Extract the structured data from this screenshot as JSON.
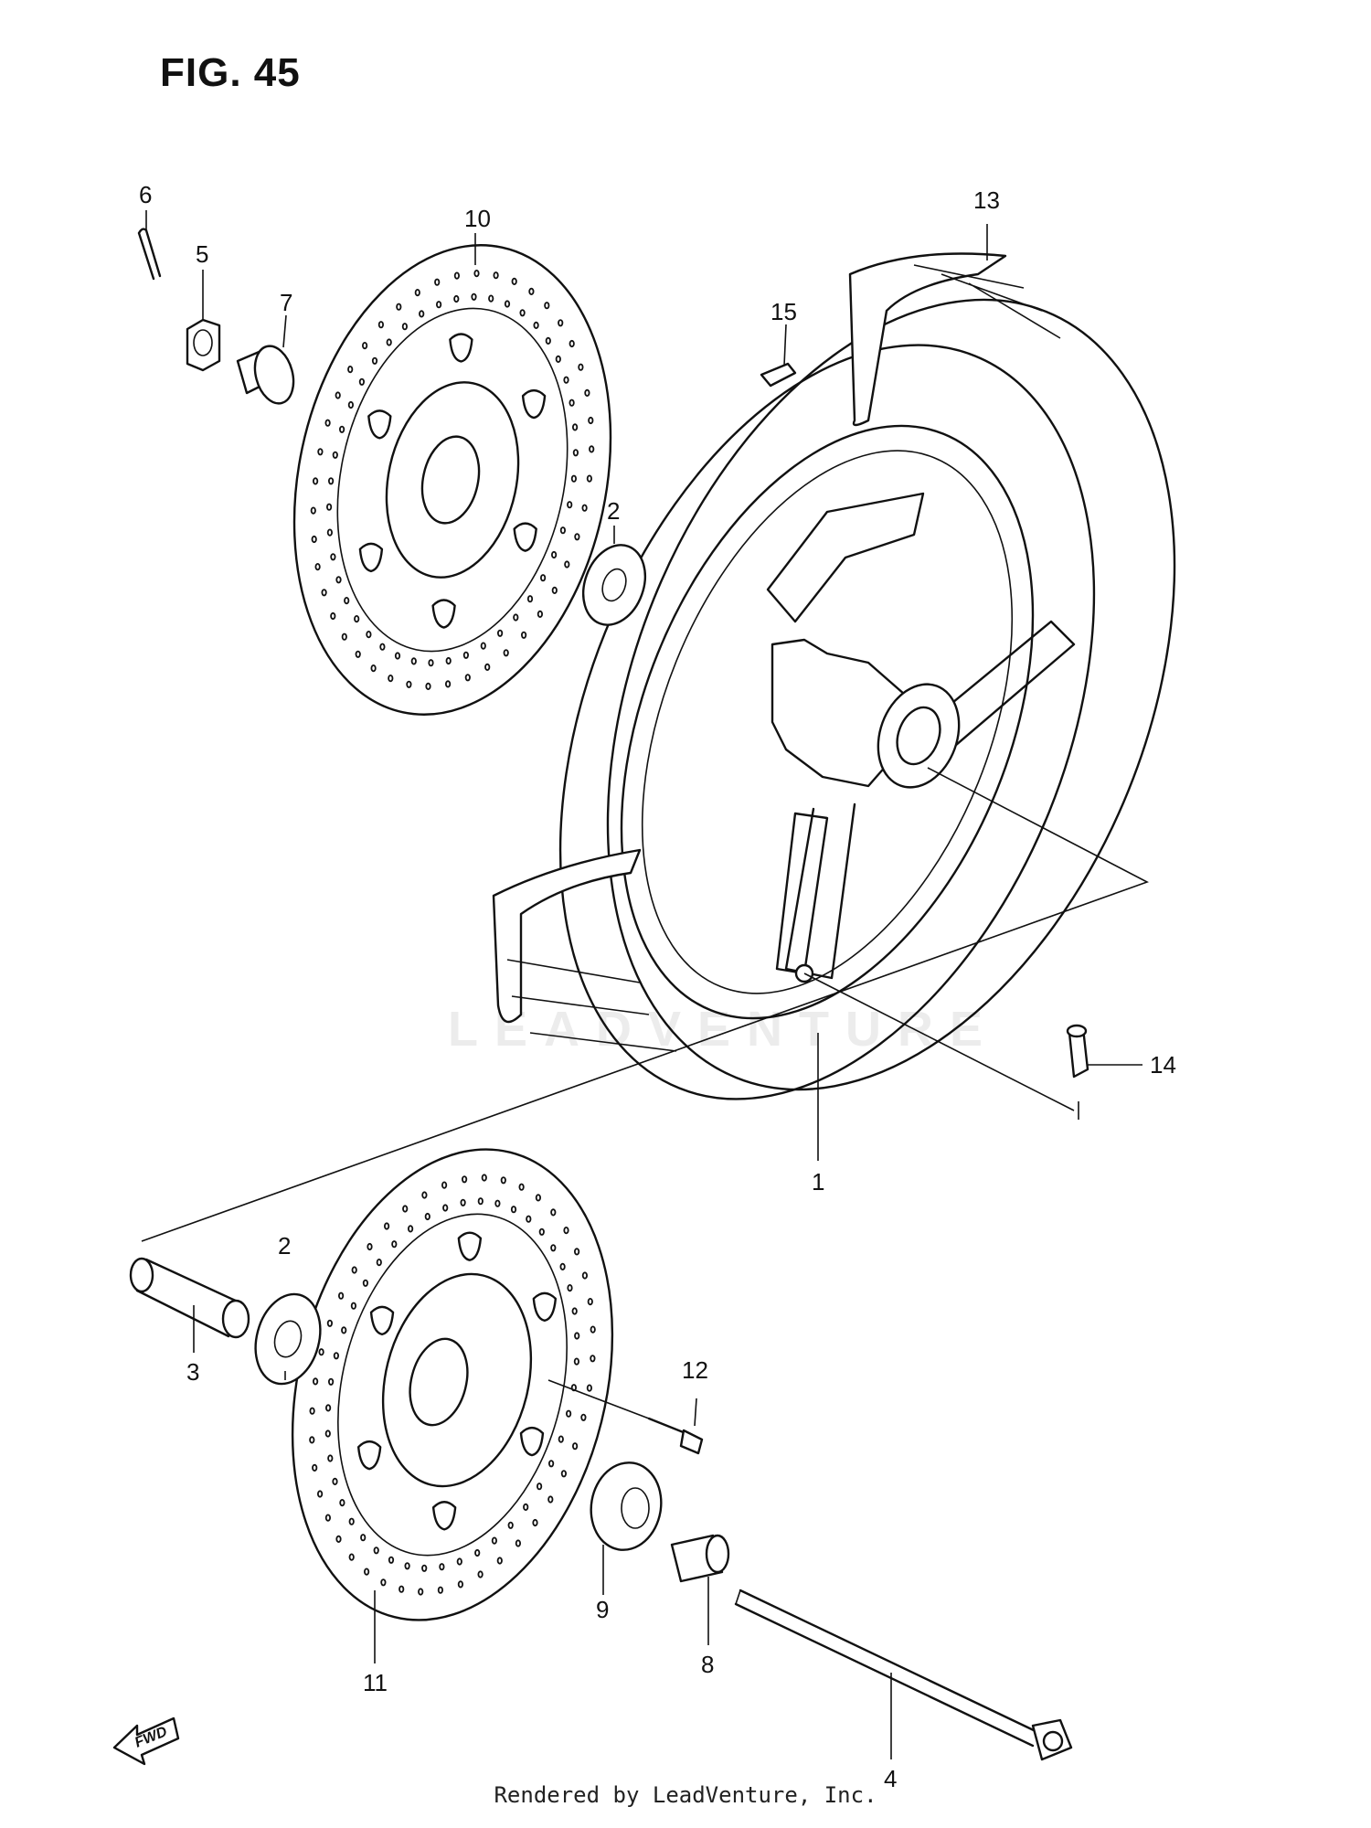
{
  "figure": {
    "title": "FIG. 45"
  },
  "callouts": [
    {
      "id": "c1",
      "text": "1"
    },
    {
      "id": "c2a",
      "text": "2"
    },
    {
      "id": "c2b",
      "text": "2"
    },
    {
      "id": "c3",
      "text": "3"
    },
    {
      "id": "c4",
      "text": "4"
    },
    {
      "id": "c5",
      "text": "5"
    },
    {
      "id": "c6",
      "text": "6"
    },
    {
      "id": "c7",
      "text": "7"
    },
    {
      "id": "c8",
      "text": "8"
    },
    {
      "id": "c9",
      "text": "9"
    },
    {
      "id": "c10",
      "text": "10"
    },
    {
      "id": "c11",
      "text": "11"
    },
    {
      "id": "c12",
      "text": "12"
    },
    {
      "id": "c13",
      "text": "13"
    },
    {
      "id": "c14",
      "text": "14"
    },
    {
      "id": "c15",
      "text": "15"
    }
  ],
  "fwd_label": "FWD",
  "watermark": "LEADVENTURE",
  "footer": "Rendered by LeadVenture, Inc."
}
